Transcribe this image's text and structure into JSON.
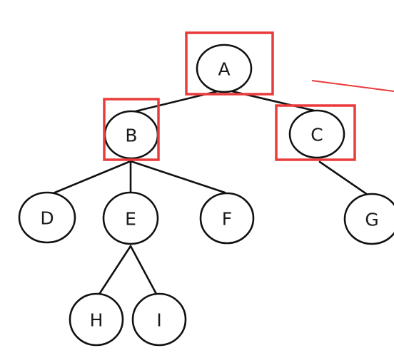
{
  "colors": {
    "highlight": "#ea3b3b",
    "stroke": "#111111",
    "label": "#1a1a1a"
  },
  "nodes": {
    "a": "A",
    "b": "B",
    "c": "C",
    "d": "D",
    "e": "E",
    "f": "F",
    "g": "G",
    "h": "H",
    "i": "I"
  },
  "edges": [
    [
      "a",
      "b"
    ],
    [
      "a",
      "c"
    ],
    [
      "b",
      "d"
    ],
    [
      "b",
      "e"
    ],
    [
      "b",
      "f"
    ],
    [
      "c",
      "g"
    ],
    [
      "e",
      "h"
    ],
    [
      "e",
      "i"
    ]
  ],
  "highlighted": [
    "a",
    "b",
    "c"
  ]
}
